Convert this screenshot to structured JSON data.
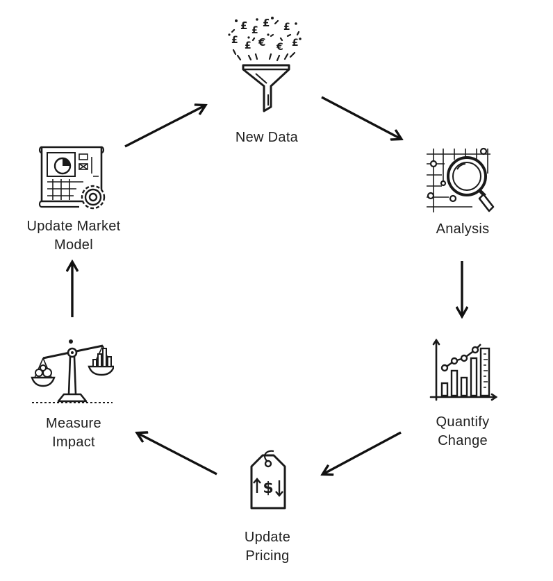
{
  "diagram": {
    "type": "cycle",
    "stages": [
      {
        "id": "new-data",
        "icon": "funnel-currency-icon",
        "lines": [
          "New Data"
        ]
      },
      {
        "id": "analysis",
        "icon": "magnifier-network-icon",
        "lines": [
          "Analysis"
        ]
      },
      {
        "id": "quantify-change",
        "icon": "bar-chart-trend-icon",
        "lines": [
          "Quantify",
          "Change"
        ]
      },
      {
        "id": "update-pricing",
        "icon": "price-tag-icon",
        "lines": [
          "Update",
          "Pricing"
        ]
      },
      {
        "id": "measure-impact",
        "icon": "balance-scale-icon",
        "lines": [
          "Measure",
          "Impact"
        ]
      },
      {
        "id": "update-market-model",
        "icon": "blueprint-gear-icon",
        "lines": [
          "Update Market",
          "Model"
        ]
      }
    ],
    "icon_glyphs": {
      "pound": "£",
      "euro": "€",
      "dollar": "$"
    },
    "colors": {
      "ink": "#1a1a1a",
      "background": "#ffffff"
    }
  }
}
